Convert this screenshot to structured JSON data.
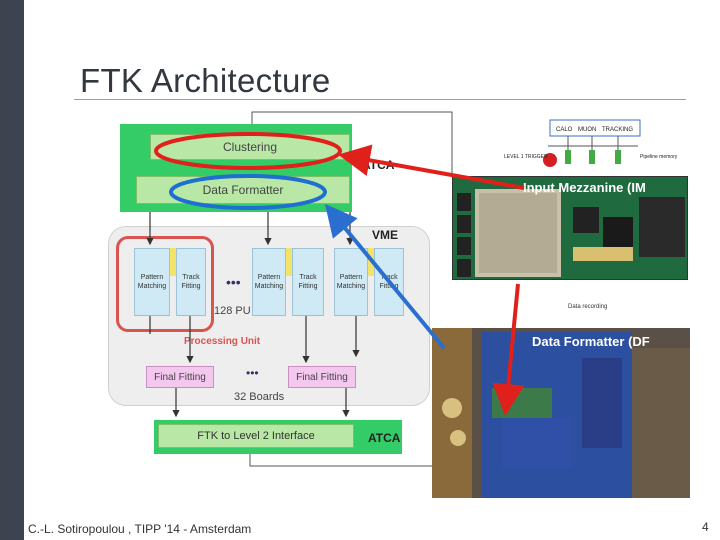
{
  "slide": {
    "title": "FTK Architecture",
    "footer": "C.-L. Sotiropoulou , TIPP '14 - Amsterdam",
    "page_number": "4"
  },
  "diagram": {
    "clustering": "Clustering",
    "data_formatter": "Data Formatter",
    "atca_top": "ATCA",
    "vme": "VME",
    "pu_units": [
      {
        "pm": "Pattern Matching",
        "tf": "Track Fitting"
      },
      {
        "pm": "Pattern Matching",
        "tf": "Track Fitting"
      },
      {
        "pm": "Pattern Matching",
        "tf": "Track Fitting"
      }
    ],
    "dots": "•••",
    "pu_count": "128 PU",
    "processing_unit": "Processing Unit",
    "final_fitting_left": "Final Fitting",
    "final_fitting_right": "Final Fitting",
    "boards": "32 Boards",
    "ftk_l2": "FTK to Level 2 Interface",
    "atca_bottom": "ATCA"
  },
  "photos": {
    "input_mezzanine": "Input Mezzanine (IM",
    "data_formatter_board": "Data Formatter (DF",
    "trigger_labels": [
      "CALO",
      "MUON",
      "TRACKING"
    ],
    "level1": "LEVEL 1 TRIGGER",
    "pipeline": "Pipeline memory",
    "data_recording": "Data recording"
  },
  "colors": {
    "ellipse_red": "#e0201b",
    "ellipse_blue": "#1e6fd0",
    "arrow_red": "#e0201b",
    "arrow_blue": "#2a6fd0"
  }
}
